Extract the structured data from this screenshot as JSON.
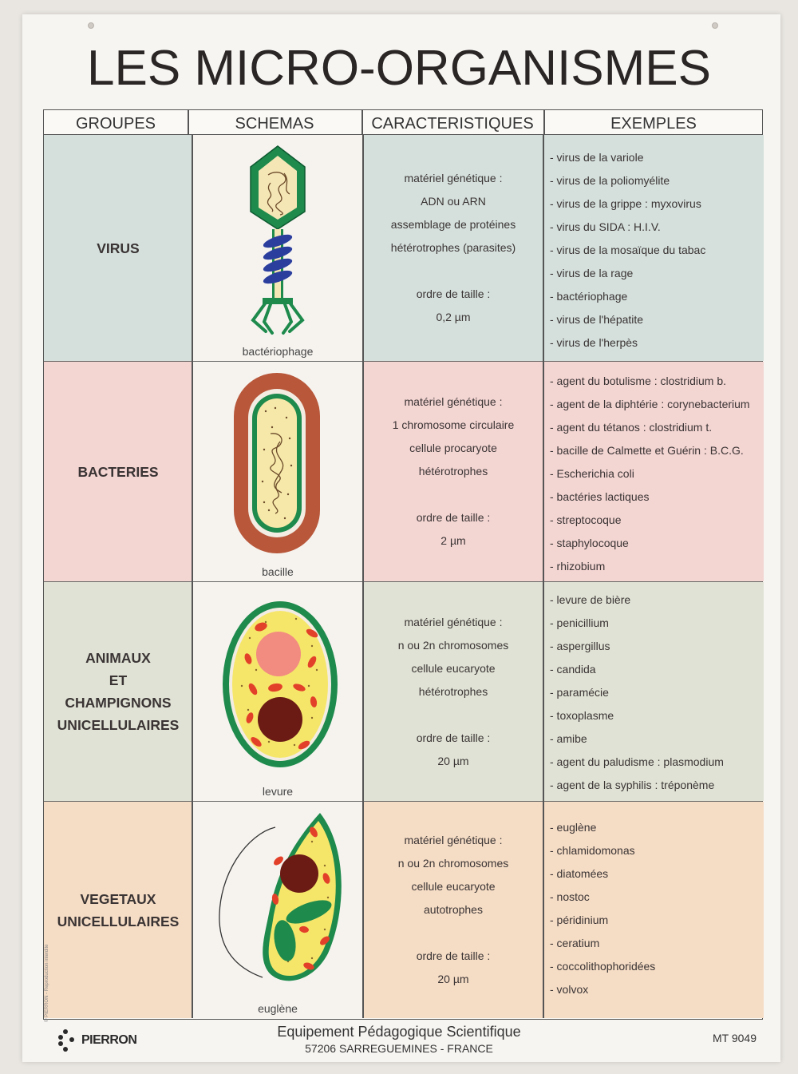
{
  "title": "LES MICRO-ORGANISMES",
  "headers": {
    "groupes": "GROUPES",
    "schemas": "SCHEMAS",
    "caracteristiques": "CARACTERISTIQUES",
    "exemples": "EXEMPLES"
  },
  "colors": {
    "virus_bg": "#d5e0dc",
    "bacteries_bg": "#f3d5d2",
    "animaux_bg": "#e0e2d5",
    "vegetaux_bg": "#f5dcc5"
  },
  "rows": [
    {
      "group": [
        "VIRUS"
      ],
      "caption": "bactériophage",
      "characteristics": [
        "matériel génétique :",
        "ADN ou ARN",
        "assemblage de protéines",
        "hétérotrophes (parasites)"
      ],
      "size_label": "ordre de taille :",
      "size": "0,2 µm",
      "examples": [
        "- virus de la variole",
        "- virus de la poliomyélite",
        "- virus de la grippe : myxovirus",
        "- virus du SIDA : H.I.V.",
        "- virus de la mosaïque du tabac",
        "- virus de la rage",
        "- bactériophage",
        "- virus de l'hépatite",
        "- virus de l'herpès"
      ]
    },
    {
      "group": [
        "BACTERIES"
      ],
      "caption": "bacille",
      "characteristics": [
        "matériel génétique :",
        "1 chromosome circulaire",
        "cellule procaryote",
        "hétérotrophes"
      ],
      "size_label": "ordre de taille :",
      "size": "2 µm",
      "examples": [
        "- agent du botulisme : clostridium b.",
        "- agent de la diphtérie : corynebacterium",
        "- agent du tétanos : clostridium t.",
        "- bacille de Calmette et Guérin : B.C.G.",
        "- Escherichia coli",
        "- bactéries lactiques",
        "- streptocoque",
        "- staphylocoque",
        "- rhizobium"
      ]
    },
    {
      "group": [
        "ANIMAUX",
        "ET",
        "CHAMPIGNONS",
        "UNICELLULAIRES"
      ],
      "caption": "levure",
      "characteristics": [
        "matériel génétique :",
        "n ou 2n chromosomes",
        "cellule eucaryote",
        "hétérotrophes"
      ],
      "size_label": "ordre de taille :",
      "size": "20 µm",
      "examples": [
        "- levure de bière",
        "- penicillium",
        "- aspergillus",
        "- candida",
        "- paramécie",
        "- toxoplasme",
        "- amibe",
        "- agent du paludisme : plasmodium",
        "- agent de la syphilis : tréponème"
      ]
    },
    {
      "group": [
        "VEGETAUX",
        "UNICELLULAIRES"
      ],
      "caption": "euglène",
      "characteristics": [
        "matériel génétique :",
        "n ou 2n chromosomes",
        "cellule eucaryote",
        "autotrophes"
      ],
      "size_label": "ordre de taille :",
      "size": "20 µm",
      "examples": [
        "- euglène",
        "- chlamidomonas",
        "- diatomées",
        "- nostoc",
        "- péridinium",
        "- ceratium",
        "- coccolithophoridées",
        "- volvox"
      ]
    }
  ],
  "footer": {
    "brand": "PIERRON",
    "line1": "Equipement Pédagogique Scientifique",
    "line2": "57206 SARREGUEMINES - FRANCE",
    "reference": "MT 9049",
    "copyright": "© PIERRON - Reproduction interdite"
  }
}
